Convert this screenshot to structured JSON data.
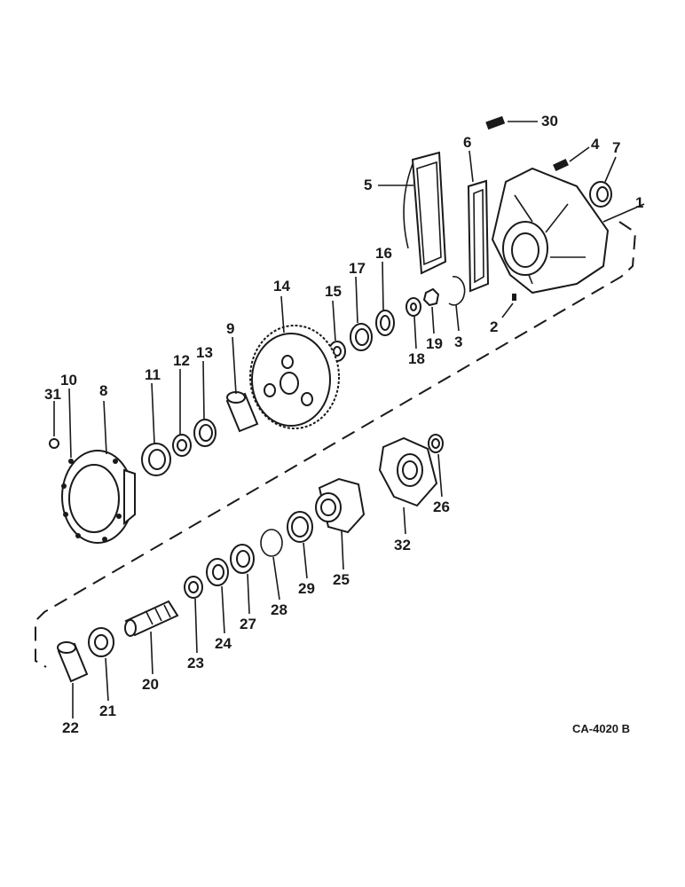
{
  "diagram": {
    "drawing_code": "CA-4020 B",
    "labels": {
      "l1": "1",
      "l2": "2",
      "l3": "3",
      "l4": "4",
      "l5": "5",
      "l6": "6",
      "l7": "7",
      "l8": "8",
      "l9": "9",
      "l10": "10",
      "l11": "11",
      "l12": "12",
      "l13": "13",
      "l14": "14",
      "l15": "15",
      "l16": "16",
      "l17": "17",
      "l18": "18",
      "l19": "19",
      "l20": "20",
      "l21": "21",
      "l22": "22",
      "l23": "23",
      "l24": "24",
      "l25": "25",
      "l26": "26",
      "l27": "27",
      "l28": "28",
      "l29": "29",
      "l30": "30",
      "l31": "31",
      "l32": "32"
    }
  }
}
